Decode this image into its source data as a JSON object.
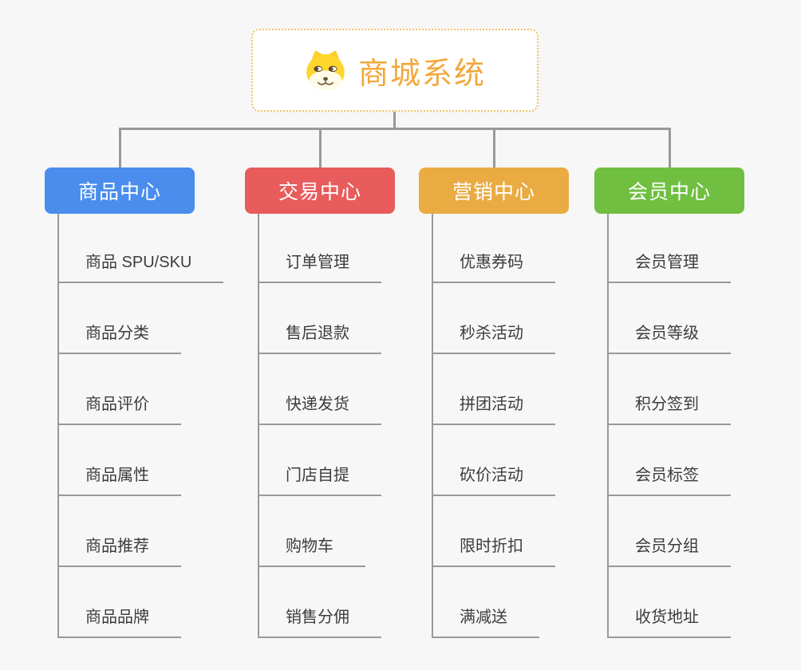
{
  "colors": {
    "line": "#999999",
    "bg": "#f7f7f7",
    "root_accent": "#f2a83c",
    "root_border": "#f6c064",
    "item_text": "#3c3c3c"
  },
  "root": {
    "title": "商城系统",
    "icon": "shiba-dog-icon"
  },
  "branches": [
    {
      "label": "商品中心",
      "color": "#4a8ded",
      "items": [
        "商品 SPU/SKU",
        "商品分类",
        "商品评价",
        "商品属性",
        "商品推荐",
        "商品品牌"
      ]
    },
    {
      "label": "交易中心",
      "color": "#e85c5c",
      "items": [
        "订单管理",
        "售后退款",
        "快递发货",
        "门店自提",
        "购物车",
        "销售分佣"
      ]
    },
    {
      "label": "营销中心",
      "color": "#eaab42",
      "items": [
        "优惠券码",
        "秒杀活动",
        "拼团活动",
        "砍价活动",
        "限时折扣",
        "满减送"
      ]
    },
    {
      "label": "会员中心",
      "color": "#70bf41",
      "items": [
        "会员管理",
        "会员等级",
        "积分签到",
        "会员标签",
        "会员分组",
        "收货地址"
      ]
    }
  ]
}
